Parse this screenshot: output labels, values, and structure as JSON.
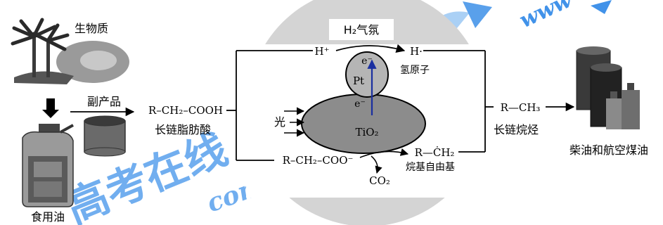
{
  "labels": {
    "biomass": "生物质",
    "byproduct": "副产品",
    "cooking_oil": "食用油",
    "fatty_acid_formula": "R–CH₂–COOH",
    "fatty_acid_name": "长链脂肪酸",
    "h2_atmosphere": "H₂气氛",
    "h_plus": "H⁺",
    "h_dot": "H·",
    "hydrogen_atom": "氢原子",
    "pt": "Pt",
    "e_top": "e⁻",
    "e_bottom": "e⁻",
    "light": "光",
    "tio2": "TiO₂",
    "carboxylate": "R–CH₂–COO⁻",
    "co2": "CO₂",
    "alkyl_radical_formula": "R—ĊH₂",
    "alkyl_radical_name": "烷基自由基",
    "alkane_formula": "R—CH₃",
    "alkane_name": "长链烷烃",
    "fuel_product": "柴油和航空煤油",
    "watermark_main": "高考在线",
    "watermark_com": "com",
    "watermark_www": "www"
  },
  "colors": {
    "circle_bg": "#d4d4d4",
    "tio2_fill": "#8c8c8c",
    "pt_fill": "#b5b5b5",
    "watermark": "#1f7fe6"
  }
}
